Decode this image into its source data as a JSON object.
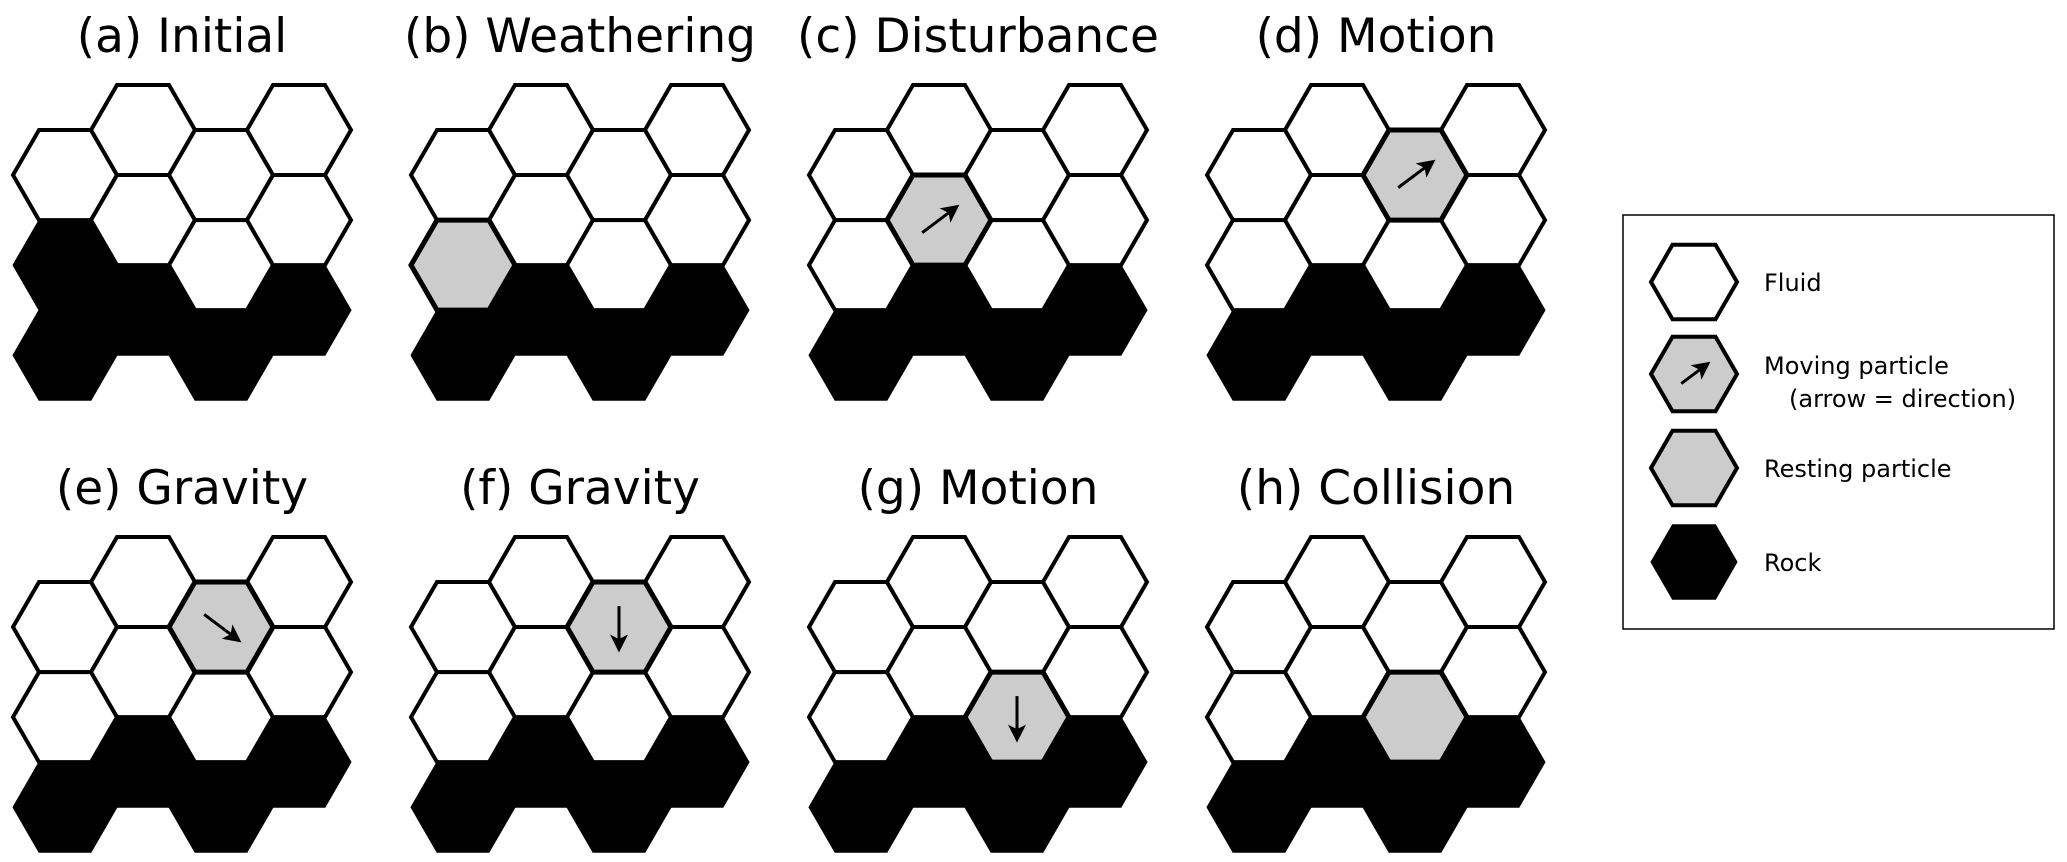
{
  "colors": {
    "fluid": "#ffffff",
    "particle": "#cccccc",
    "rock": "#000000",
    "stroke": "#000000"
  },
  "panels": [
    {
      "title": "(a) Initial",
      "cells": [
        [
          "F",
          "R",
          "R"
        ],
        [
          "F",
          "F",
          "R"
        ],
        [
          "F",
          "F",
          "R"
        ],
        [
          "F",
          "F",
          "R"
        ]
      ],
      "moving": null
    },
    {
      "title": "(b) Weathering",
      "cells": [
        [
          "F",
          "P",
          "R"
        ],
        [
          "F",
          "F",
          "R"
        ],
        [
          "F",
          "F",
          "R"
        ],
        [
          "F",
          "F",
          "R"
        ]
      ],
      "moving": null
    },
    {
      "title": "(c) Disturbance",
      "cells": [
        [
          "F",
          "F",
          "R"
        ],
        [
          "F",
          "M",
          "R"
        ],
        [
          "F",
          "F",
          "R"
        ],
        [
          "F",
          "F",
          "R"
        ]
      ],
      "moving": {
        "col": 1,
        "row": 1,
        "direction": "up-right"
      }
    },
    {
      "title": "(d) Motion",
      "cells": [
        [
          "F",
          "F",
          "R"
        ],
        [
          "F",
          "F",
          "R"
        ],
        [
          "M",
          "F",
          "R"
        ],
        [
          "F",
          "F",
          "R"
        ]
      ],
      "moving": {
        "col": 2,
        "row": 0,
        "direction": "up-right"
      }
    },
    {
      "title": "(e) Gravity",
      "cells": [
        [
          "F",
          "F",
          "R"
        ],
        [
          "F",
          "F",
          "R"
        ],
        [
          "M",
          "F",
          "R"
        ],
        [
          "F",
          "F",
          "R"
        ]
      ],
      "moving": {
        "col": 2,
        "row": 0,
        "direction": "down-right"
      }
    },
    {
      "title": "(f) Gravity",
      "cells": [
        [
          "F",
          "F",
          "R"
        ],
        [
          "F",
          "F",
          "R"
        ],
        [
          "M",
          "F",
          "R"
        ],
        [
          "F",
          "F",
          "R"
        ]
      ],
      "moving": {
        "col": 2,
        "row": 0,
        "direction": "down"
      }
    },
    {
      "title": "(g) Motion",
      "cells": [
        [
          "F",
          "F",
          "R"
        ],
        [
          "F",
          "F",
          "R"
        ],
        [
          "F",
          "M",
          "R"
        ],
        [
          "F",
          "F",
          "R"
        ]
      ],
      "moving": {
        "col": 2,
        "row": 1,
        "direction": "down"
      }
    },
    {
      "title": "(h) Collision",
      "cells": [
        [
          "F",
          "F",
          "R"
        ],
        [
          "F",
          "F",
          "R"
        ],
        [
          "F",
          "P",
          "R"
        ],
        [
          "F",
          "F",
          "R"
        ]
      ],
      "moving": null
    }
  ],
  "legend": {
    "items": [
      {
        "type": "F",
        "label": "Fluid"
      },
      {
        "type": "M",
        "label": "Moving particle",
        "sublabel": "(arrow = direction)",
        "direction": "up-right"
      },
      {
        "type": "P",
        "label": "Resting particle"
      },
      {
        "type": "R",
        "label": "Rock"
      }
    ]
  }
}
